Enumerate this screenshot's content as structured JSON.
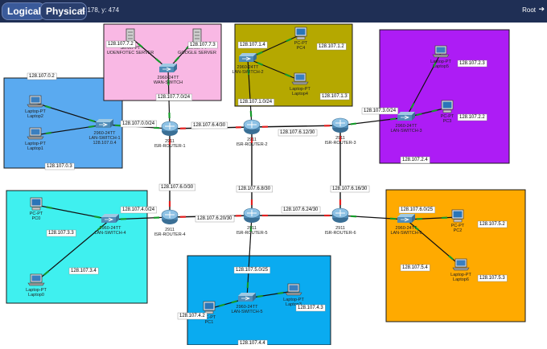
{
  "toolbar": {
    "logical": "Logical",
    "physical": "Physical",
    "coords": "x: 178, y: 474",
    "root": "Root"
  },
  "colors": {
    "lan_blue": "#5aaaf0",
    "server_pink": "#f9b8e4",
    "lan_olive": "#b5a800",
    "lan_purple": "#ad1cf5",
    "lan_cyan": "#3ff0ef",
    "lan_sky": "#0aabf0",
    "lan_orange": "#ffaa00",
    "wan_link": "#e22020",
    "lan_link": "#149a28"
  },
  "routers": [
    {
      "id": "r1",
      "model": "2911",
      "name": "ISR-ROUTER-1"
    },
    {
      "id": "r2",
      "model": "2911",
      "name": "ISR-ROUTER-2"
    },
    {
      "id": "r3",
      "model": "2911",
      "name": "ISR-ROUTER-3"
    },
    {
      "id": "r4",
      "model": "2911",
      "name": "ISR-ROUTER-4"
    },
    {
      "id": "r5",
      "model": "2911",
      "name": "ISR-ROUTER-5"
    },
    {
      "id": "r6",
      "model": "2911",
      "name": "ISR-ROUTER-6"
    }
  ],
  "switches": [
    {
      "id": "s1",
      "model": "2960-24TT",
      "name": "LAN-SWITCH-1",
      "extra": "128.107.0.4"
    },
    {
      "id": "sw",
      "model": "2960-24TT",
      "name": "WAN-SWITCH"
    },
    {
      "id": "s2",
      "model": "2960-24TT",
      "name": "LAN-SWITCH-2"
    },
    {
      "id": "s3",
      "model": "2960-24TT",
      "name": "LAN-SWITCH-3"
    },
    {
      "id": "s4",
      "model": "2960-24TT",
      "name": "LAN-SWITCH-4"
    },
    {
      "id": "s5",
      "model": "2960-24TT",
      "name": "LAN-SWITCH-5"
    },
    {
      "id": "s6",
      "model": "2960-24TT",
      "name": "LAN-SWITCH-6"
    }
  ],
  "hosts": [
    {
      "id": "h1",
      "type": "laptop",
      "l1": "Laptop-PT",
      "l2": "Laptop2"
    },
    {
      "id": "h2",
      "type": "laptop",
      "l1": "Laptop-PT",
      "l2": "Laptop1"
    },
    {
      "id": "h3",
      "type": "server",
      "l1": "Server-PT",
      "l2": "UOENFOTEC SERVER"
    },
    {
      "id": "h4",
      "type": "server",
      "l1": "Server-PT",
      "l2": "GOOGLE SERVER"
    },
    {
      "id": "h5",
      "type": "pc",
      "l1": "PC-PT",
      "l2": "PC4"
    },
    {
      "id": "h6",
      "type": "laptop",
      "l1": "Laptop-PT",
      "l2": "Laptop4"
    },
    {
      "id": "h7",
      "type": "laptop",
      "l1": "Laptop-PT",
      "l2": "Laptop5"
    },
    {
      "id": "h8",
      "type": "pc",
      "l1": "PC-PT",
      "l2": "PC3"
    },
    {
      "id": "h9",
      "type": "pc",
      "l1": "PC-PT",
      "l2": "PC0"
    },
    {
      "id": "h10",
      "type": "laptop",
      "l1": "Laptop-PT",
      "l2": "Laptop0"
    },
    {
      "id": "h11",
      "type": "pc",
      "l1": "PC-PT",
      "l2": "PC1"
    },
    {
      "id": "h12",
      "type": "laptop",
      "l1": "Laptop-PT",
      "l2": "Laptop3"
    },
    {
      "id": "h13",
      "type": "pc",
      "l1": "PC-PT",
      "l2": "PC2"
    },
    {
      "id": "h14",
      "type": "laptop",
      "l1": "Laptop-PT",
      "l2": "Laptop6"
    }
  ],
  "ip_labels": [
    {
      "id": "ip1",
      "text": "128.107.0.2"
    },
    {
      "id": "ip2",
      "text": "128.107.0.3"
    },
    {
      "id": "ip3",
      "text": "128.107.0.0/24"
    },
    {
      "id": "ip4",
      "text": "128.107.7.2"
    },
    {
      "id": "ip5",
      "text": "128.107.7.3"
    },
    {
      "id": "ip6",
      "text": "128.107.7.0/24"
    },
    {
      "id": "ip7",
      "text": "128.107.1.4"
    },
    {
      "id": "ip8",
      "text": "128.107.1.2"
    },
    {
      "id": "ip9",
      "text": "128.107.1.3"
    },
    {
      "id": "ip10",
      "text": "128.107.1.0/24"
    },
    {
      "id": "ip11",
      "text": "128.107.2.3"
    },
    {
      "id": "ip12",
      "text": "128.107.3.0/24"
    },
    {
      "id": "ip13",
      "text": "128.107.2.2"
    },
    {
      "id": "ip14",
      "text": "128.107.2.4"
    },
    {
      "id": "ip15",
      "text": "128.107.6.4/30"
    },
    {
      "id": "ip16",
      "text": "128.107.6.12/30"
    },
    {
      "id": "ip17",
      "text": "128.107.6.0/30"
    },
    {
      "id": "ip18",
      "text": "128.107.6.8/30"
    },
    {
      "id": "ip19",
      "text": "128.107.6.16/30"
    },
    {
      "id": "ip20",
      "text": "128.107.4.0/24"
    },
    {
      "id": "ip21",
      "text": "128.107.3.3"
    },
    {
      "id": "ip22",
      "text": "128.107.3.4"
    },
    {
      "id": "ip23",
      "text": "128.107.6.20/30"
    },
    {
      "id": "ip24",
      "text": "128.107.6.24/30"
    },
    {
      "id": "ip25",
      "text": "128.107.6.0/25"
    },
    {
      "id": "ip26",
      "text": "128.107.5.2"
    },
    {
      "id": "ip27",
      "text": "128.107.5.4"
    },
    {
      "id": "ip28",
      "text": "128.107.5.3"
    },
    {
      "id": "ip29",
      "text": "128.107.5.0/25"
    },
    {
      "id": "ip30",
      "text": "128.107.4.2"
    },
    {
      "id": "ip31",
      "text": "128.107.4.3"
    },
    {
      "id": "ip32",
      "text": "128.107.4.4"
    }
  ]
}
